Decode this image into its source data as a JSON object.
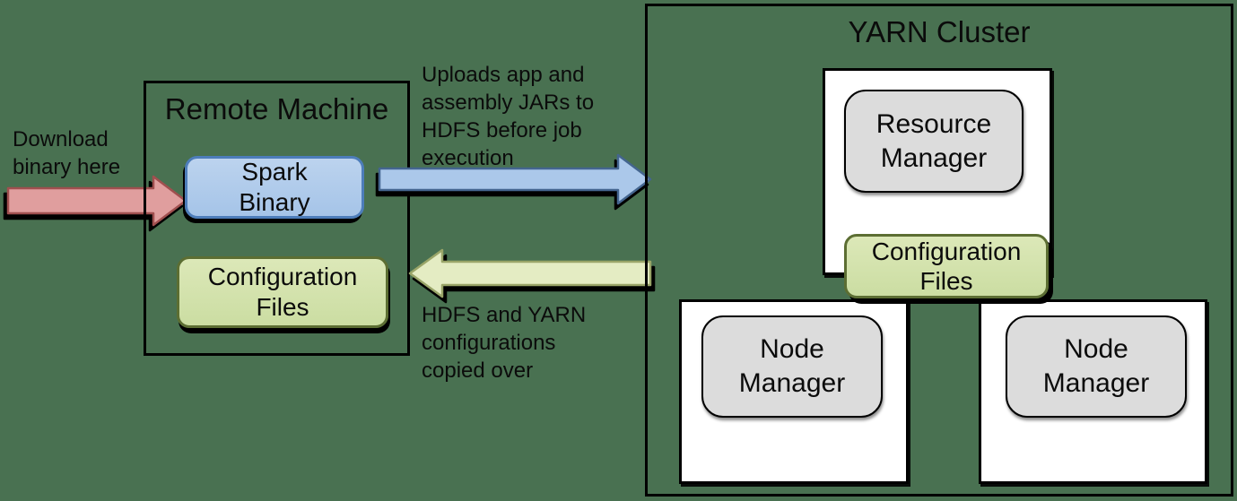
{
  "diagram": {
    "background_color": "#497151",
    "annotations": {
      "download": "Download\nbinary here",
      "upload": "Uploads app and\nassembly JARs to\nHDFS before job\nexecution",
      "copy": "HDFS and YARN\nconfigurations\ncopied over"
    },
    "remote_machine": {
      "title": "Remote Machine",
      "spark_binary": {
        "label": "Spark\nBinary",
        "fill": "#abc8ea",
        "border": "#4d7dba"
      },
      "config_files": {
        "label": "Configuration\nFiles",
        "fill": "#d1e0a9",
        "border": "#5c6e33"
      }
    },
    "yarn_cluster": {
      "title": "YARN Cluster",
      "resource_manager": {
        "label": "Resource\nManager",
        "fill": "#dcdcdc"
      },
      "config_files": {
        "label": "Configuration\nFiles",
        "fill": "#d1e0a9",
        "border": "#5c6e33"
      },
      "node_managers": [
        {
          "label": "Node\nManager",
          "fill": "#dcdcdc"
        },
        {
          "label": "Node\nManager",
          "fill": "#dcdcdc"
        }
      ]
    },
    "arrows": {
      "download_arrow": {
        "direction": "right",
        "fill": "#e09e9e",
        "stroke": "#a04f4f"
      },
      "upload_arrow": {
        "direction": "right",
        "fill": "#abc8ea",
        "stroke": "#44658f"
      },
      "copy_arrow": {
        "direction": "left",
        "fill": "#e4ecc3",
        "stroke": "#99a568"
      }
    }
  }
}
